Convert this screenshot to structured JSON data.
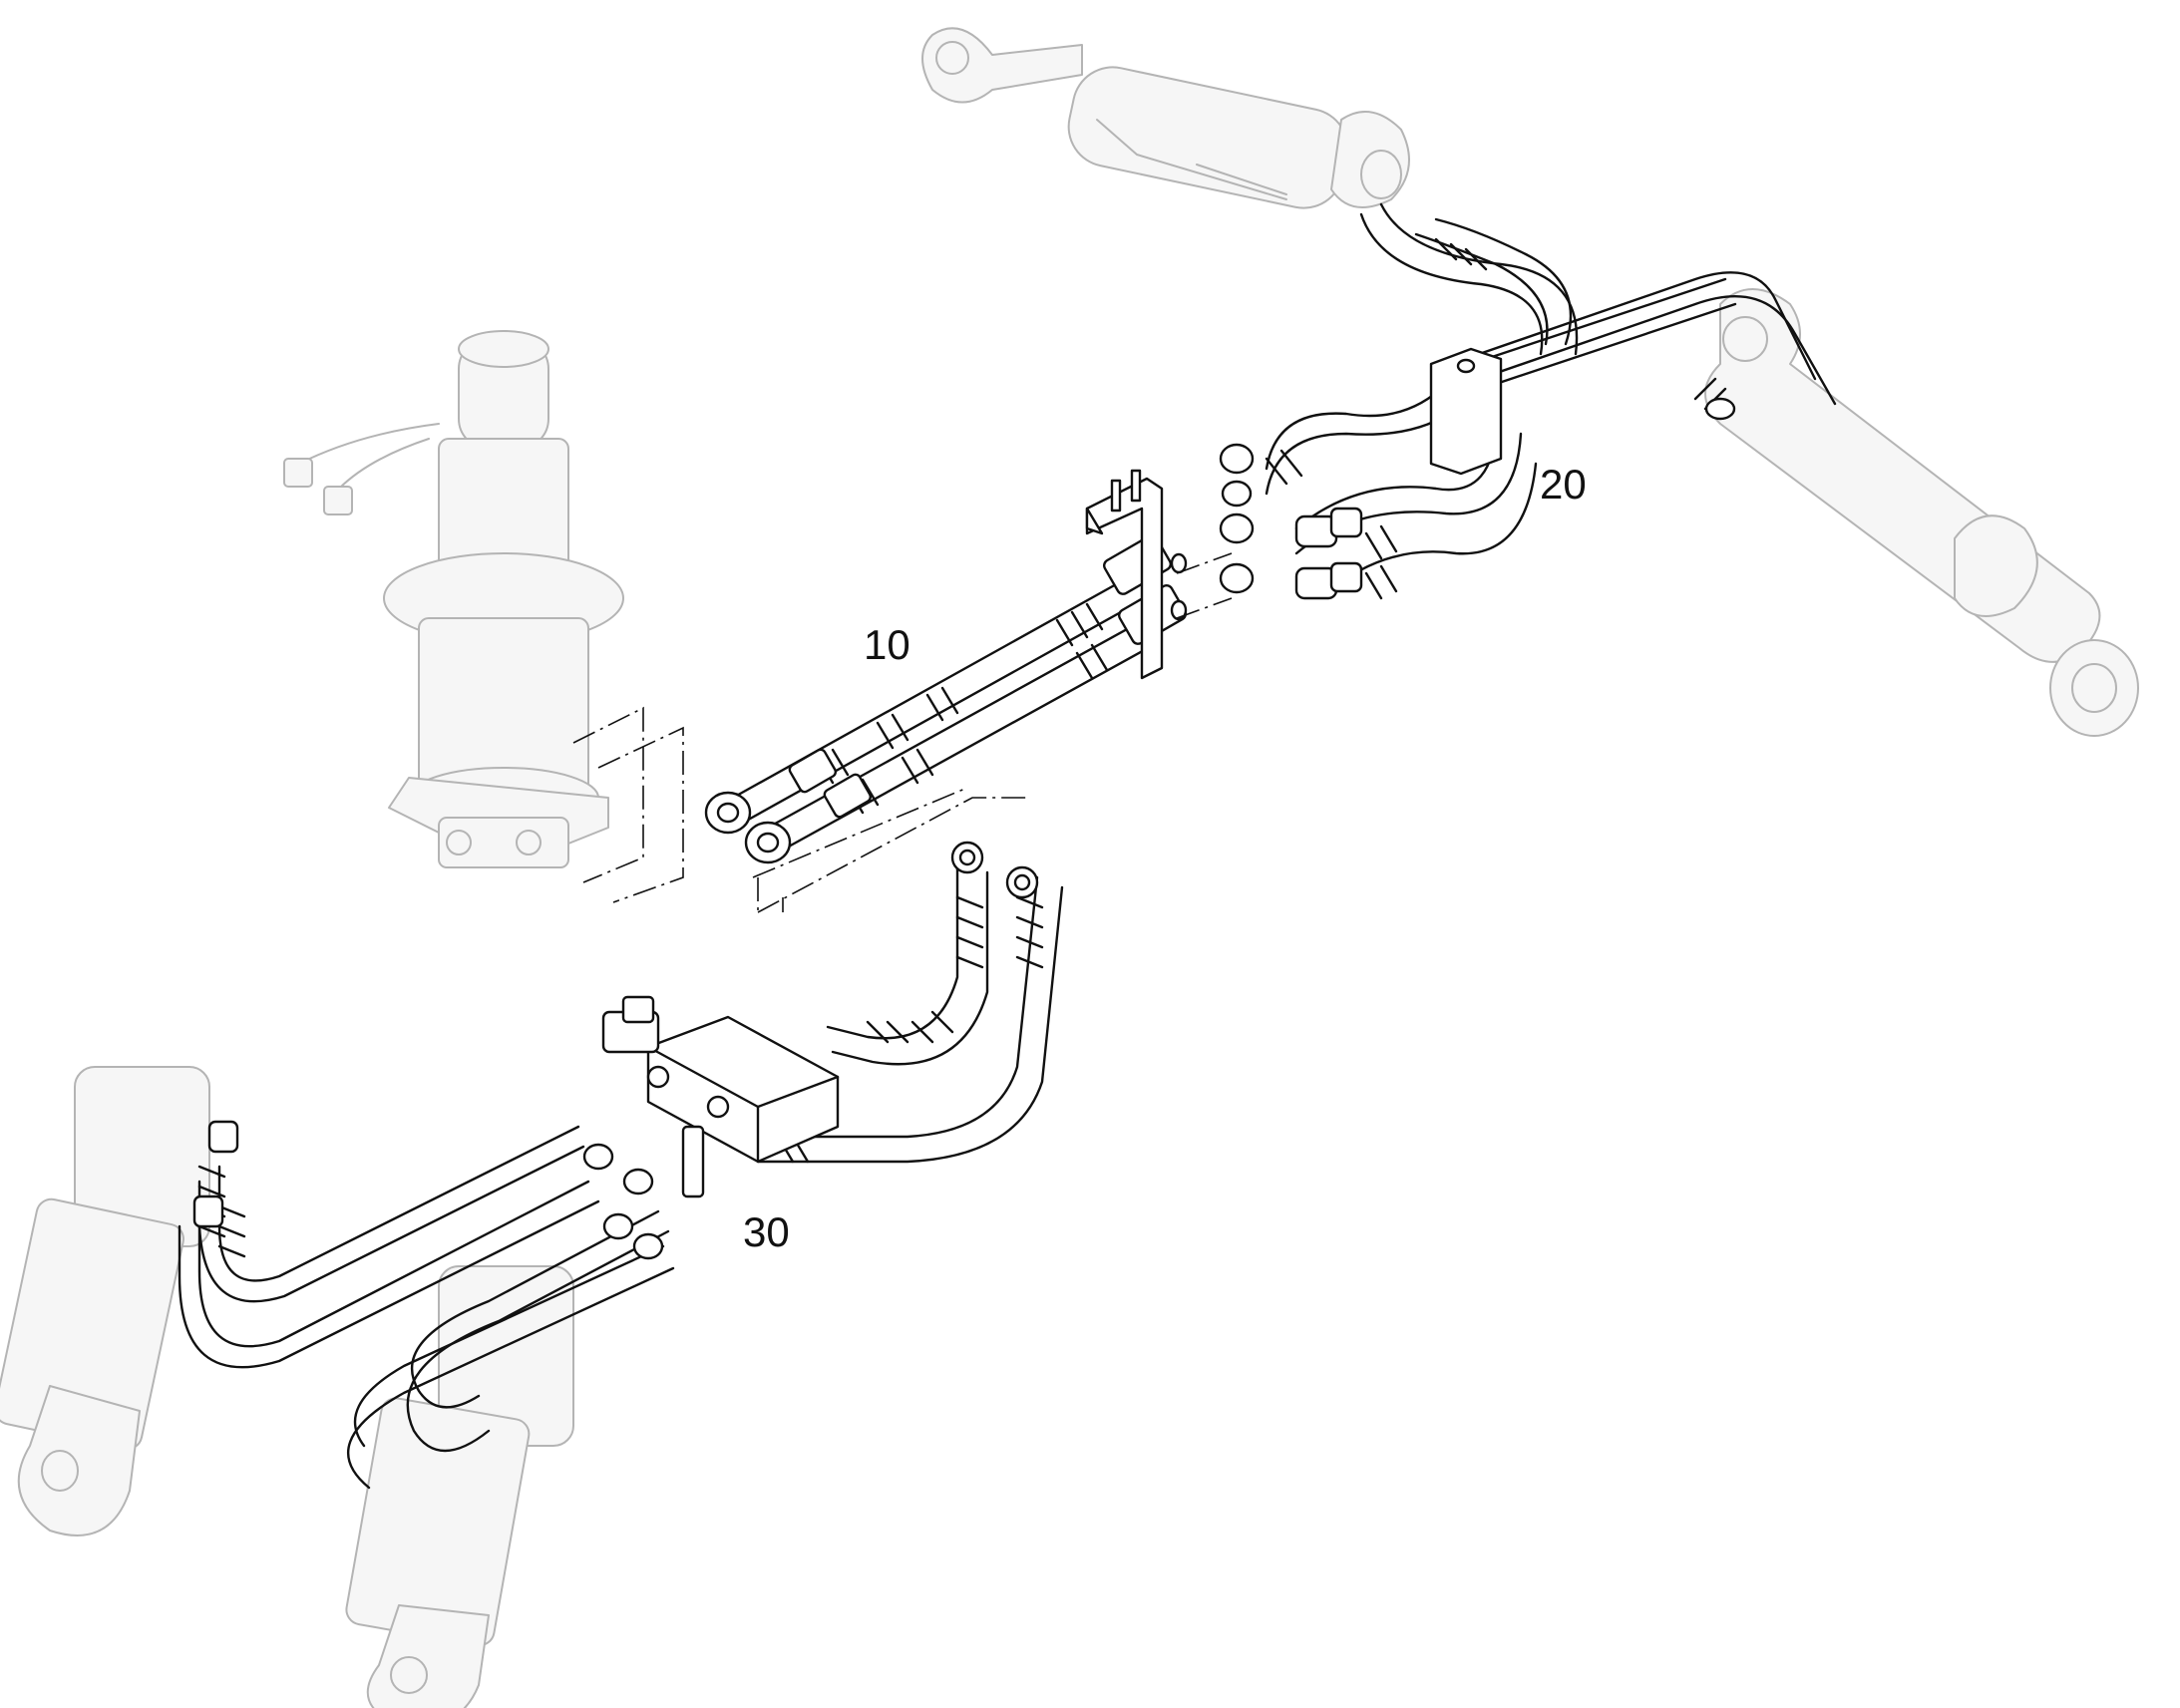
{
  "labels": {
    "item_10": "10",
    "item_20": "20",
    "item_30": "30"
  },
  "icons": [
    "pump-motor-icon",
    "lift-cylinder-icon",
    "tilt-cylinder-icon",
    "valve-block-icon",
    "bracket-icon",
    "hose-icon",
    "hose-clamp-icon",
    "connector-icon"
  ],
  "colors": {
    "ink": "#111111",
    "ghost": "#b4b4b4"
  }
}
